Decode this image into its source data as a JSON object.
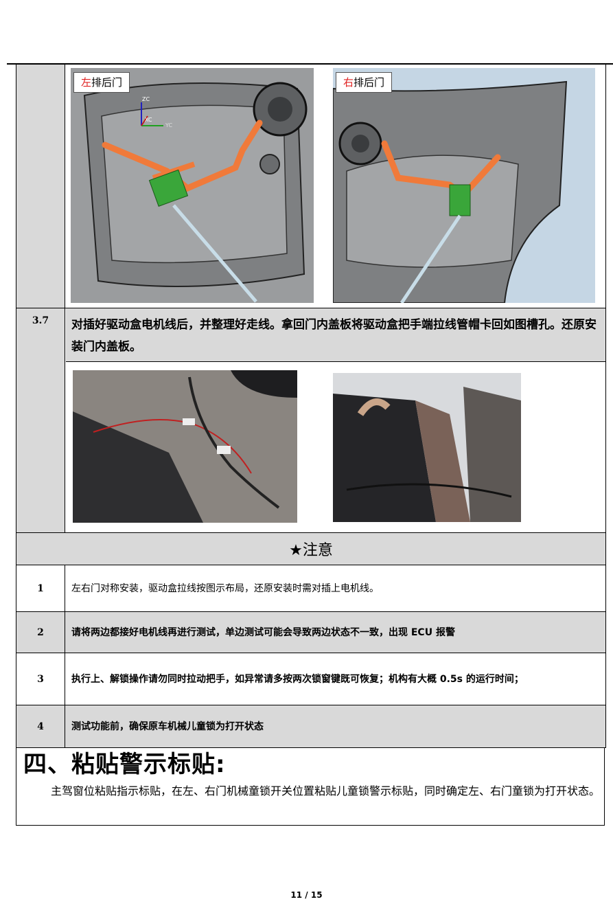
{
  "row_images": {
    "left_caption_mark": "左",
    "left_caption_rest": "排后门",
    "right_caption_mark": "右",
    "right_caption_rest": "排后门",
    "axis_labels": [
      "ZC",
      "XC",
      "YC"
    ]
  },
  "step": {
    "number": "3.7",
    "text": "对插好驱动盒电机线后，并整理好走线。拿回门内盖板将驱动盒把手端拉线管帽卡回如图槽孔。还原安装门内盖板。"
  },
  "notes": {
    "heading": "★注意",
    "items": [
      {
        "num": "1",
        "text": "左右门对称安装，驱动盒拉线按图示布局，还原安装时需对插上电机线。"
      },
      {
        "num": "2",
        "text": "请将两边都接好电机线再进行测试，单边测试可能会导致两边状态不一致，出现 ECU 报警"
      },
      {
        "num": "3",
        "text": "执行上、解锁操作请勿同时拉动把手，如异常请多按两次锁窗键既可恢复；机构有大概 0.5s 的运行时间；"
      },
      {
        "num": "4",
        "text": "测试功能前，确保原车机械儿童锁为打开状态"
      }
    ]
  },
  "section": {
    "title": "四、粘贴警示标贴:",
    "body": "主驾窗位粘贴指示标贴，在左、右门机械童锁开关位置粘贴儿童锁警示标贴，同时确定左、右门童锁为打开状态。"
  },
  "footer": {
    "page": "11 / 15"
  }
}
